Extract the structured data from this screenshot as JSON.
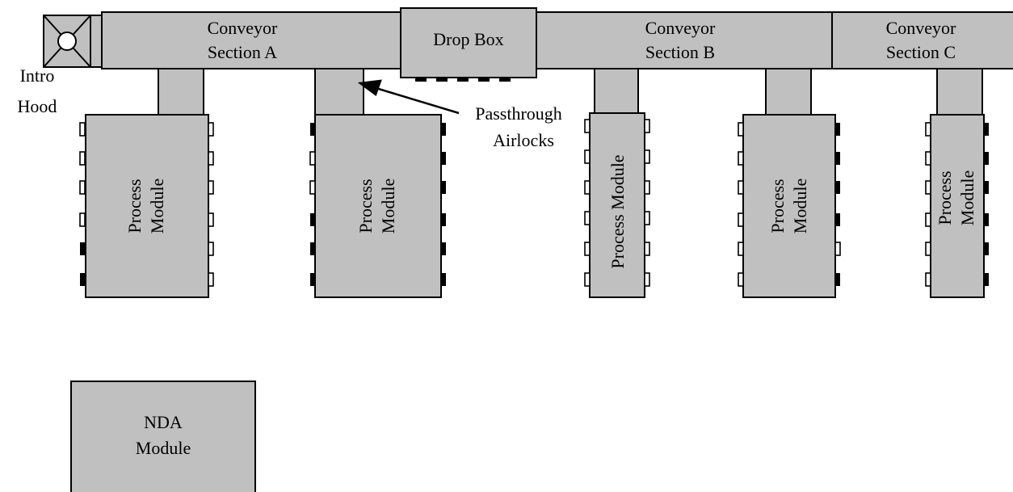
{
  "diagram": {
    "intro_hood": {
      "line1": "Intro",
      "line2": "Hood"
    },
    "conveyor_a": {
      "line1": "Conveyor",
      "line2": "Section A"
    },
    "drop_box": {
      "label": "Drop Box"
    },
    "conveyor_b": {
      "line1": "Conveyor",
      "line2": "Section B"
    },
    "conveyor_c": {
      "line1": "Conveyor",
      "line2": "Section C"
    },
    "passthrough": {
      "line1": "Passthrough",
      "line2": "Airlocks"
    },
    "process_modules": [
      {
        "line1": "Process",
        "line2": "Module"
      },
      {
        "line1": "Process",
        "line2": "Module"
      },
      {
        "line1": "Process Module",
        "line2": ""
      },
      {
        "line1": "Process",
        "line2": "Module"
      },
      {
        "line1": "Process",
        "line2": "Module"
      }
    ],
    "nda_module": {
      "line1": "NDA",
      "line2": "Module"
    }
  }
}
